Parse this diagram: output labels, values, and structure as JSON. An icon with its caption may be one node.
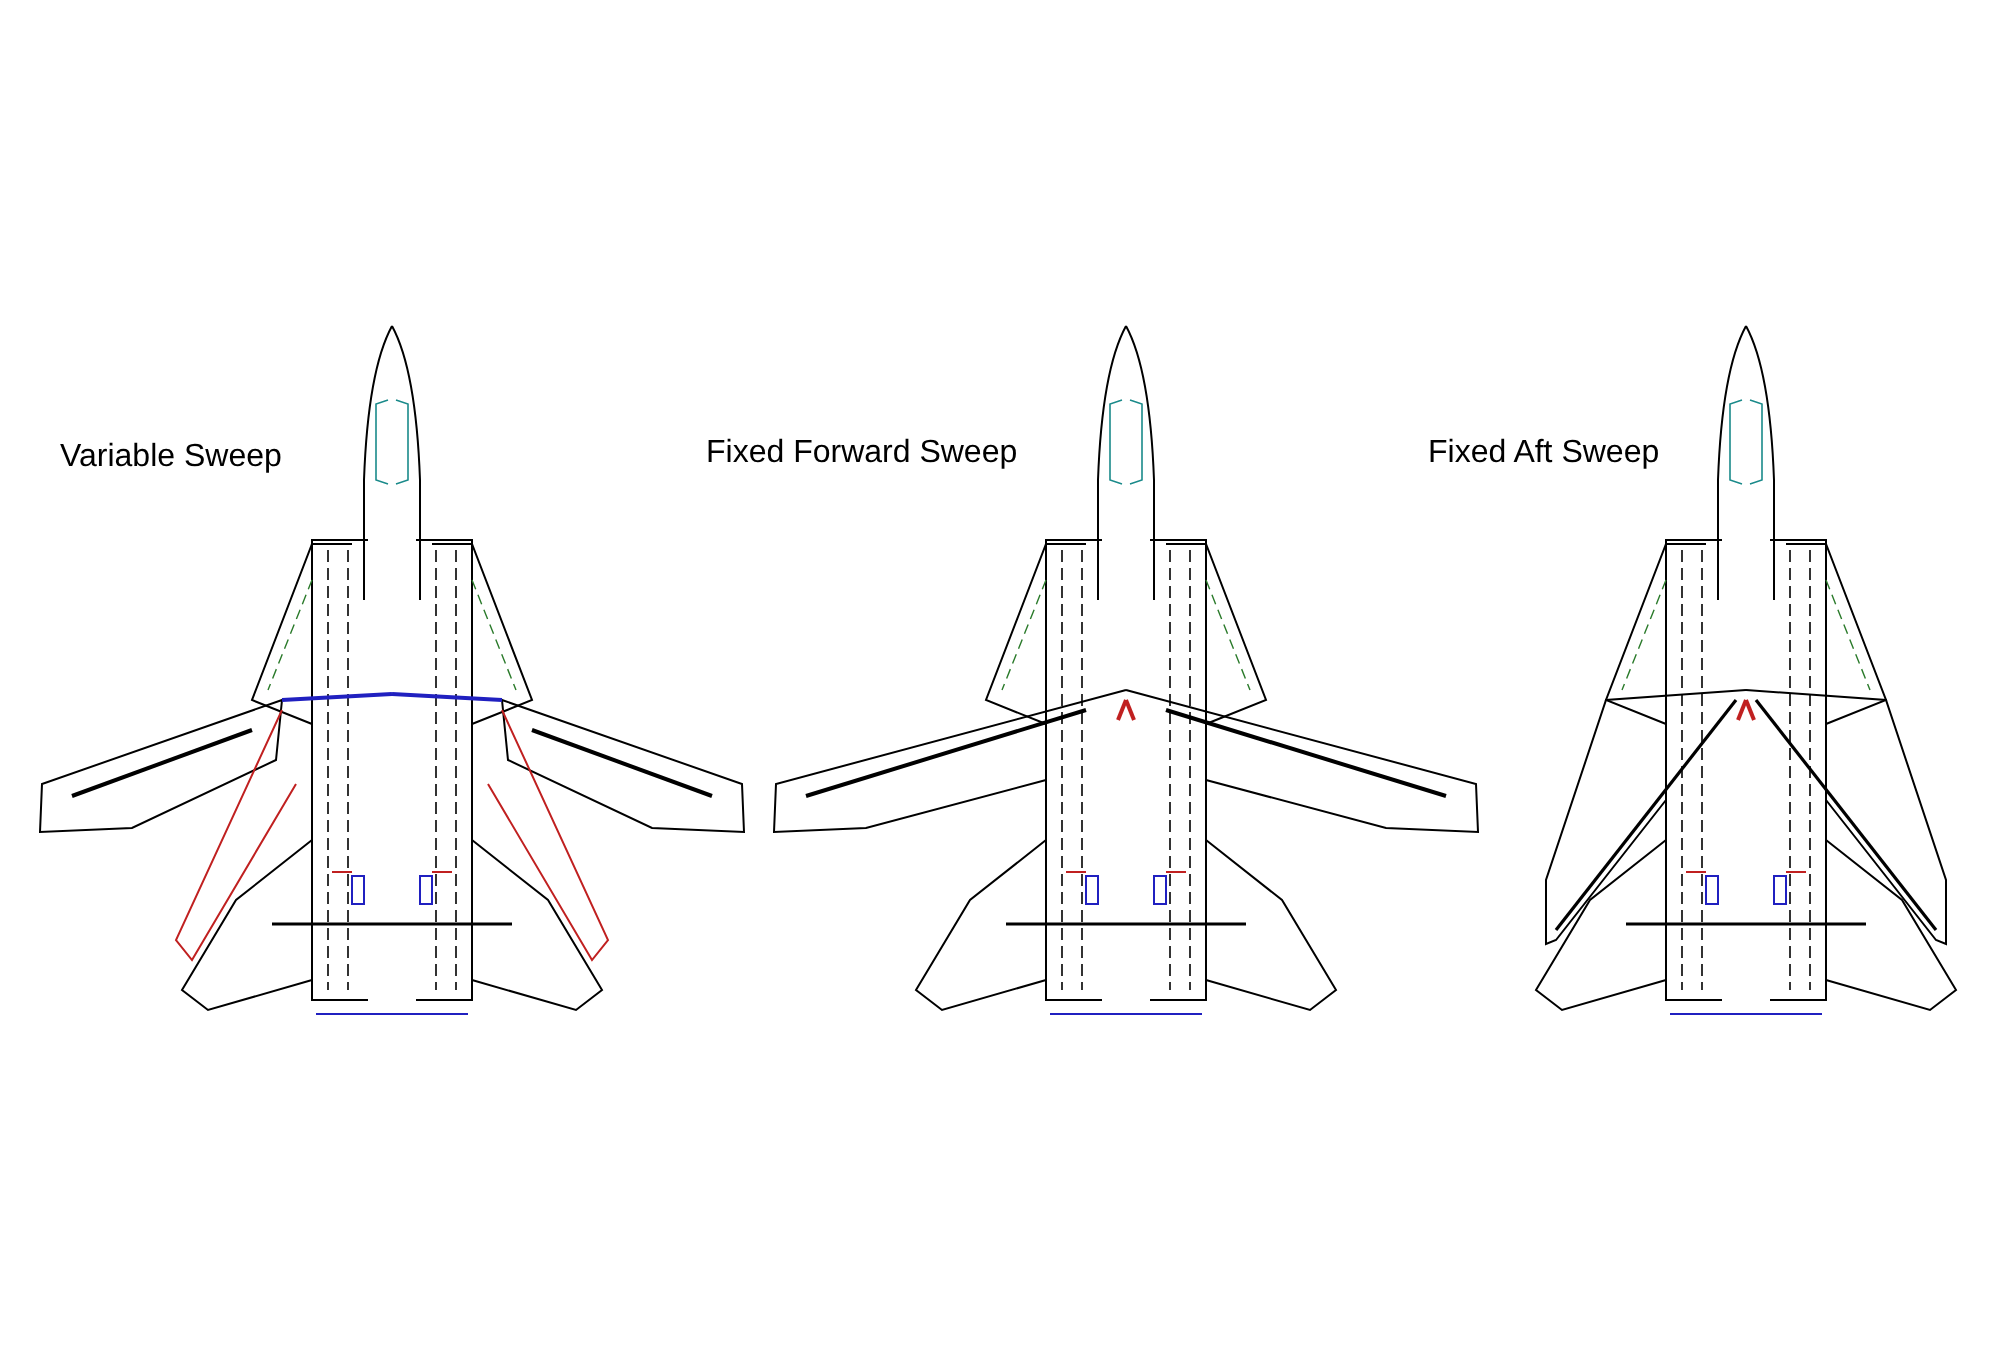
{
  "diagram": {
    "labels": [
      "Variable Sweep",
      "Fixed Forward Sweep",
      "Fixed Aft Sweep"
    ]
  }
}
